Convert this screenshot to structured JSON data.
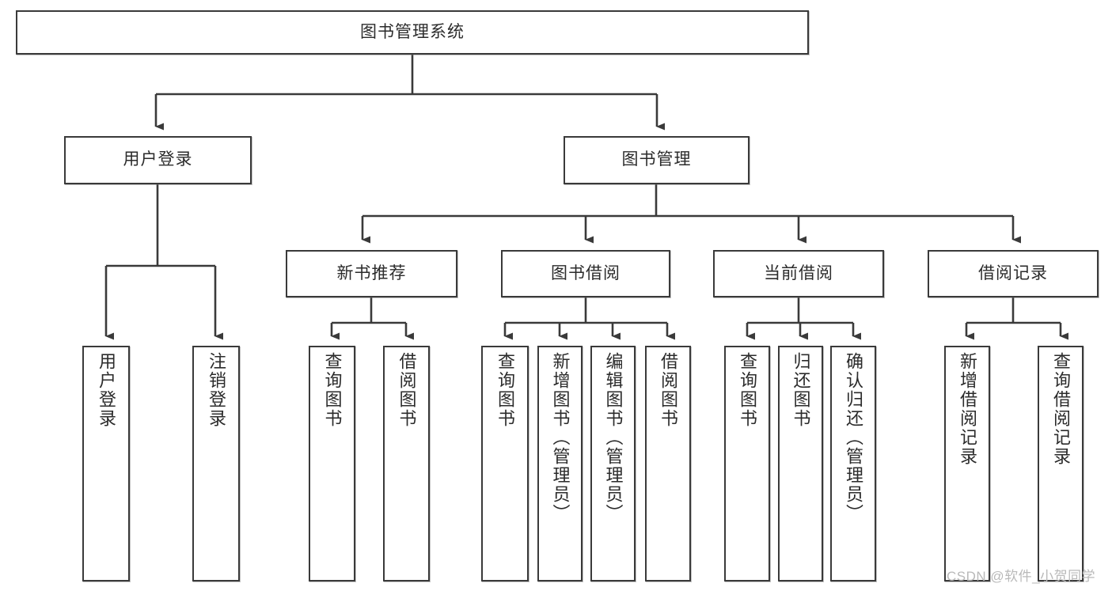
{
  "diagram": {
    "type": "tree",
    "title": "图书管理系统",
    "watermark": "CSDN @软件_小贺同学",
    "colors": {
      "box_border": "#3a3a3a",
      "box_fill": "#ffffff",
      "text": "#2b2b2b",
      "connector": "#3a3a3a",
      "watermark": "#b9b9b9"
    },
    "root": {
      "label": "图书管理系统"
    },
    "level2": [
      {
        "label": "用户登录"
      },
      {
        "label": "图书管理"
      }
    ],
    "level3": [
      {
        "label": "新书推荐"
      },
      {
        "label": "图书借阅"
      },
      {
        "label": "当前借阅"
      },
      {
        "label": "借阅记录"
      }
    ],
    "leaves": {
      "user_login": [
        {
          "label": "用户登录"
        },
        {
          "label": "注销登录"
        }
      ],
      "new_book_recommend": [
        {
          "label": "查询图书"
        },
        {
          "label": "借阅图书"
        }
      ],
      "book_borrow": [
        {
          "label": "查询图书"
        },
        {
          "label": "新增图书（管理员）"
        },
        {
          "label": "编辑图书（管理员）"
        },
        {
          "label": "借阅图书"
        }
      ],
      "current_borrow": [
        {
          "label": "查询图书"
        },
        {
          "label": "归还图书"
        },
        {
          "label": "确认归还（管理员）"
        }
      ],
      "borrow_record": [
        {
          "label": "新增借阅记录"
        },
        {
          "label": "查询借阅记录"
        }
      ]
    }
  }
}
